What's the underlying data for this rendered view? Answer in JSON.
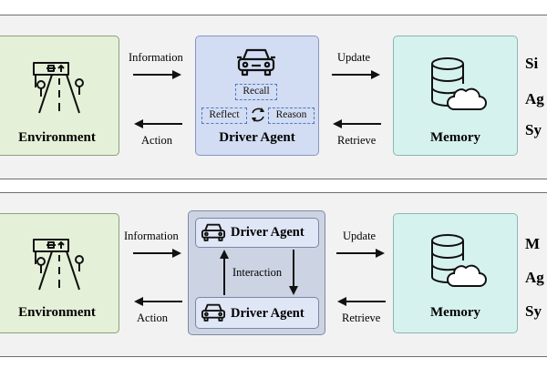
{
  "single": {
    "environment": "Environment",
    "information": "Information",
    "action": "Action",
    "driver_agent": "Driver  Agent",
    "recall": "Recall",
    "reflect": "Reflect",
    "reason": "Reason",
    "update": "Update",
    "retrieve": "Retrieve",
    "memory": "Memory",
    "side_label": [
      "Si",
      "Ag",
      "Sy"
    ]
  },
  "multi": {
    "environment": "Environment",
    "information": "Information",
    "action": "Action",
    "driver_agent_top": "Driver  Agent",
    "interaction": "Interaction",
    "driver_agent_bottom": "Driver  Agent",
    "update": "Update",
    "retrieve": "Retrieve",
    "memory": "Memory",
    "side_label": [
      "M",
      "Ag",
      "Sy"
    ]
  }
}
